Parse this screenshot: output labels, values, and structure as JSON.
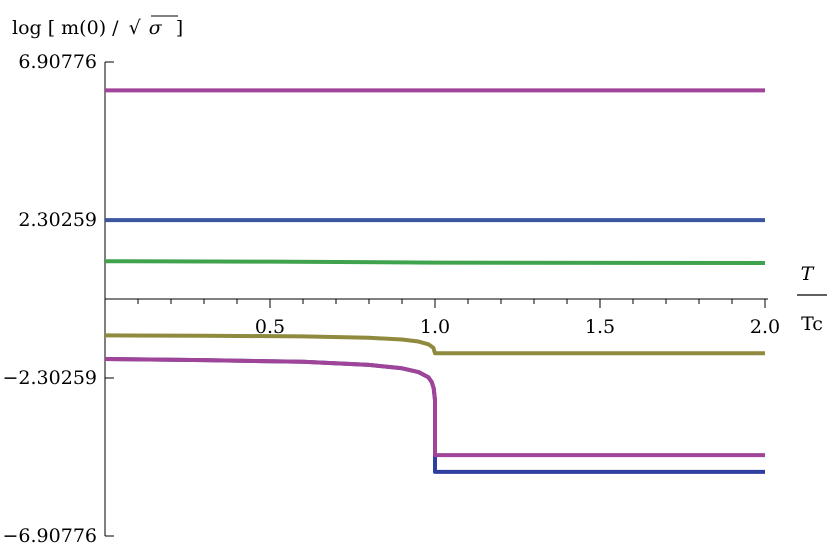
{
  "chart_data": {
    "type": "line",
    "ylabel": "log [ m(0) / √σ ]",
    "ylabel_parts": {
      "prefix": "log [ m(0) /",
      "radicand": "σ",
      "suffix": "]"
    },
    "xlabel": {
      "numerator": "T",
      "denominator": "Tc"
    },
    "xlim": [
      0,
      2.0
    ],
    "ylim": [
      -6.90776,
      6.90776
    ],
    "x_ticks": [
      0.5,
      1.0,
      1.5,
      2.0
    ],
    "x_tick_labels": [
      "0.5",
      "1.0",
      "1.5",
      "2.0"
    ],
    "x_minor_step": 0.1,
    "y_ticks": [
      6.90776,
      2.30259,
      -2.30259,
      -6.90776
    ],
    "y_tick_labels": [
      "6.90776",
      "2.30259",
      "−2.30259",
      "−6.90776"
    ],
    "grid": false,
    "series": [
      {
        "color": "#a0449a",
        "x": [
          0,
          2.0
        ],
        "y": [
          6.08,
          6.08
        ]
      },
      {
        "color": "#3b55a0",
        "x": [
          0,
          2.0
        ],
        "y": [
          2.3,
          2.3
        ]
      },
      {
        "color": "#3fa24c",
        "x": [
          0,
          0.5,
          1.0,
          2.0
        ],
        "y": [
          1.1,
          1.09,
          1.06,
          1.05
        ]
      },
      {
        "color": "#8f8a3e",
        "x": [
          0,
          0.3,
          0.6,
          0.8,
          0.9,
          0.95,
          0.98,
          0.995,
          1.0,
          1.005,
          2.0
        ],
        "y": [
          -1.06,
          -1.07,
          -1.09,
          -1.13,
          -1.18,
          -1.24,
          -1.32,
          -1.42,
          -1.58,
          -1.58,
          -1.58
        ]
      },
      {
        "color": "#2f3fa0",
        "x": [
          0,
          0.3,
          0.6,
          0.8,
          0.9,
          0.95,
          0.98,
          0.99,
          0.996,
          1.0,
          1.0,
          2.0
        ],
        "y": [
          -1.75,
          -1.78,
          -1.83,
          -1.92,
          -2.02,
          -2.13,
          -2.28,
          -2.42,
          -2.6,
          -2.95,
          -5.04,
          -5.04
        ]
      },
      {
        "color": "#a0449a",
        "x": [
          0,
          0.3,
          0.6,
          0.8,
          0.9,
          0.95,
          0.98,
          0.99,
          0.996,
          1.0,
          1.0,
          2.0
        ],
        "y": [
          -1.75,
          -1.78,
          -1.83,
          -1.92,
          -2.02,
          -2.13,
          -2.28,
          -2.42,
          -2.6,
          -2.95,
          -4.55,
          -4.55
        ]
      }
    ]
  }
}
